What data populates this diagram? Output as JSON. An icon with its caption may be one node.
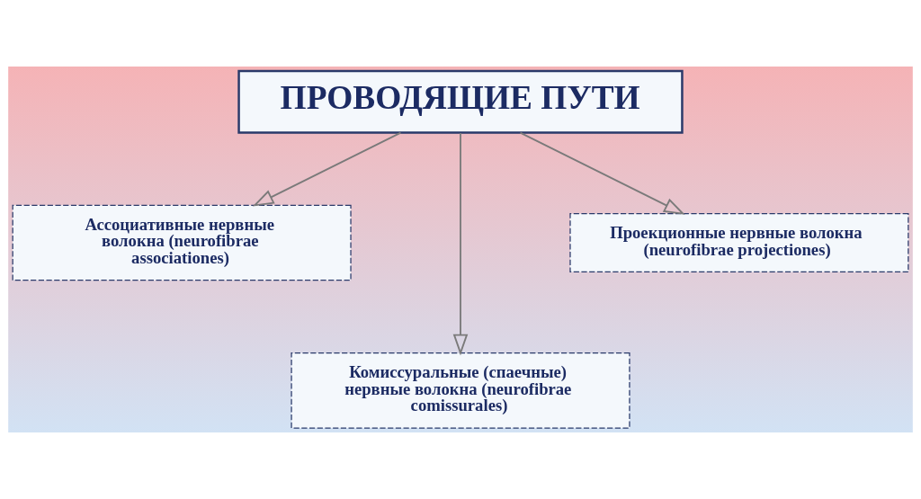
{
  "diagram": {
    "nodes": [
      {
        "text": [
          "ПРОВОДЯЩИЕ ПУТИ"
        ]
      },
      {
        "text": [
          "Ассоциативные нервные волокна (neurofibrae associationes)"
        ]
      },
      {
        "text": [
          "Проекционные нервные волокна (neurofibrae projectiones)"
        ]
      },
      {
        "text": [
          "Комиссуральные (спаечные) нервные волокна (neurofibrae comissurales)"
        ]
      }
    ],
    "edges": [
      {
        "from": 0,
        "to": 1,
        "arrow": "to"
      },
      {
        "from": 0,
        "to": 3,
        "arrow": "to"
      },
      {
        "from": 0,
        "to": 2,
        "arrow": "to"
      }
    ]
  }
}
